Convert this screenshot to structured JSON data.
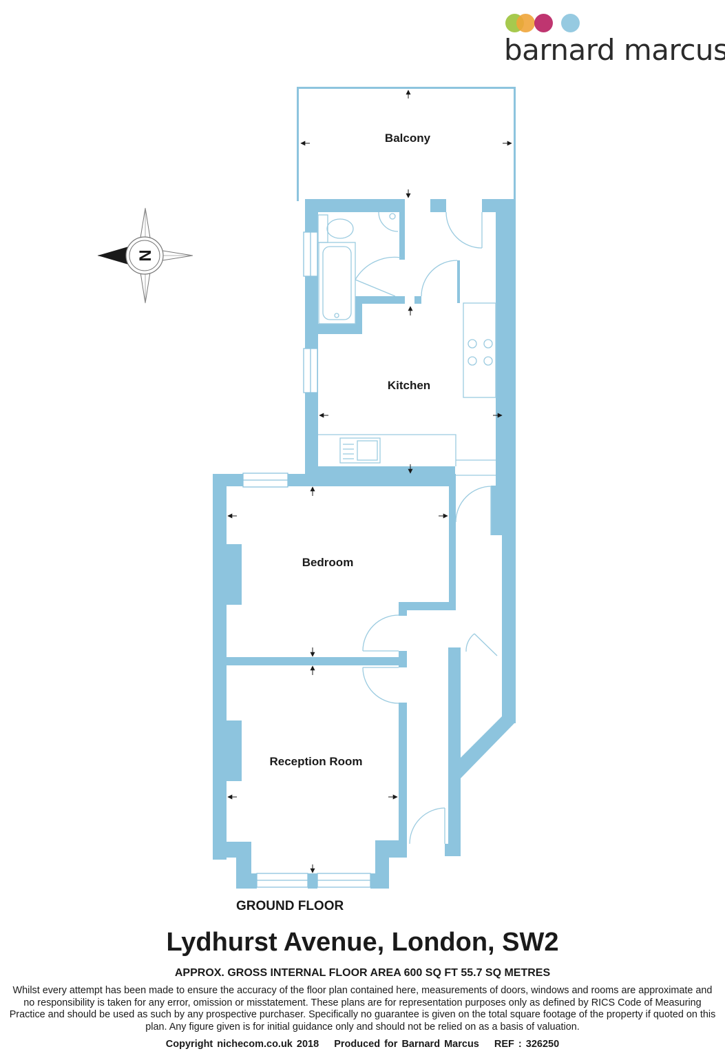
{
  "brand": {
    "name": "barnard marcus",
    "dot_colors": [
      "#9cc33b",
      "#f0a53a",
      "#b81f61",
      "#8bc4de"
    ]
  },
  "colors": {
    "wall": "#8dc4de",
    "fixture_line": "#9bcbe0"
  },
  "compass": {
    "letter": "N"
  },
  "rooms": {
    "balcony": "Balcony",
    "kitchen": "Kitchen",
    "bedroom": "Bedroom",
    "reception": "Reception Room"
  },
  "floor_label": "GROUND FLOOR",
  "address": "Lydhurst Avenue, London, SW2",
  "area_line": "APPROX. GROSS INTERNAL FLOOR AREA 600 SQ FT 55.7 SQ METRES",
  "disclaimer": "Whilst every attempt has been made to ensure the accuracy of the floor plan contained here, measurements of doors, windows and rooms are approximate and no responsibility is taken for any error, omission or misstatement. These plans are for representation purposes only as defined by RICS Code of Measuring Practice and should be used as such by any prospective purchaser.  Specifically no guarantee is given on the total square footage of the property if quoted on this plan. Any figure given is for initial guidance only and should not be relied on as a basis of valuation.",
  "footer": {
    "copyright": "Copyright nichecom.co.uk 2018",
    "produced": "Produced for Barnard Marcus",
    "ref": "REF : 326250"
  }
}
